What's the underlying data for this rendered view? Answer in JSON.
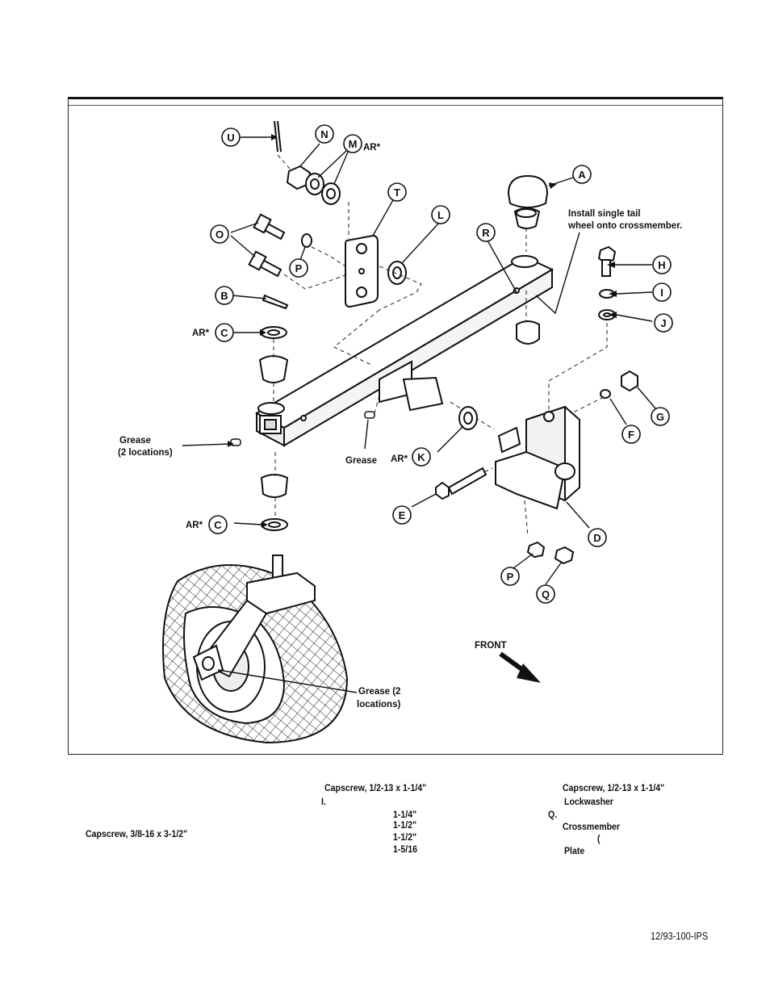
{
  "diagram": {
    "callouts": {
      "a": "A",
      "b": "B",
      "c_top": "C",
      "c_bottom": "C",
      "d": "D",
      "e": "E",
      "f": "F",
      "g": "G",
      "h": "H",
      "i": "I",
      "j": "J",
      "k": "K",
      "l": "L",
      "m": "M",
      "n": "N",
      "o": "O",
      "p_top": "P",
      "p_bottom": "P",
      "q": "Q",
      "r": "R",
      "t": "T",
      "u": "U"
    },
    "ar_m": "AR*",
    "ar_c_top": "AR*",
    "ar_c_bottom": "AR*",
    "ar_k": "AR*",
    "install_note_line1": "Install single tail",
    "install_note_line2": "wheel onto crossmember.",
    "grease_left_line1": "Grease",
    "grease_left_line2": "(2 locations)",
    "grease_center": "Grease",
    "grease_wheel_line1": "Grease (2",
    "grease_wheel_line2": "locations)",
    "front_label": "FRONT"
  },
  "legend": {
    "col1": [
      "Capscrew, 3/8-16 x 3-1/2\""
    ],
    "col2": [
      "Capscrew, 1/2-13 x 1-1/4\"",
      "I.",
      "1-1/4\"",
      "1-1/2\"",
      "1-1/2\"",
      "1-5/16"
    ],
    "col3": [
      "Capscrew, 1/2-13 x 1-1/4\"",
      "Lockwasher",
      "Q.",
      "Crossmember",
      "(",
      "Plate"
    ]
  },
  "footer": {
    "doc_code": "12/93-100-IPS"
  },
  "colors": {
    "ink": "#111111",
    "paper": "#ffffff"
  }
}
